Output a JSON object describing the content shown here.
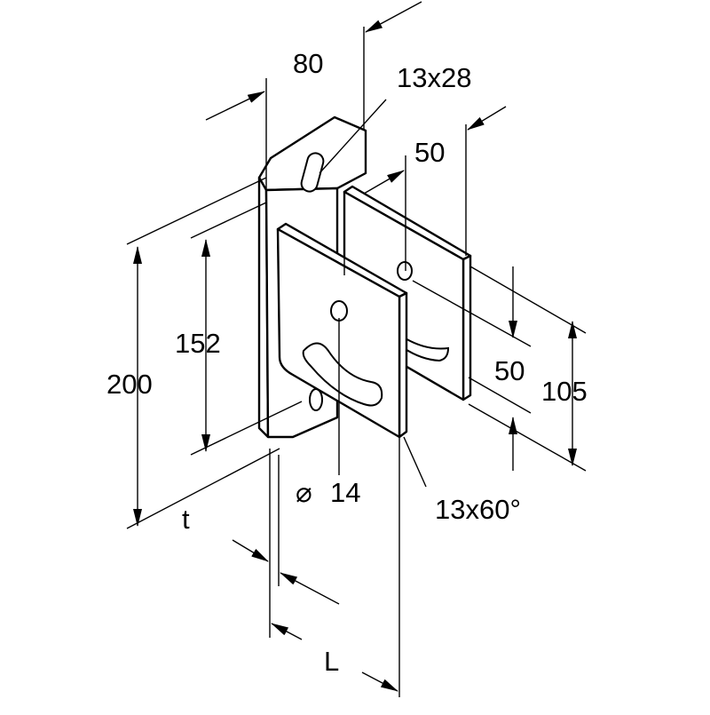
{
  "drawing": {
    "type": "technical-drawing",
    "subject": "wall bracket with mounting plate",
    "dimensions": {
      "width_top": "80",
      "slot_top": "13x28",
      "offset_right": "50",
      "height_overall": "200",
      "height_inner": "152",
      "spacing_right": "50",
      "height_right": "105",
      "hole_diameter": "14",
      "diameter_symbol": "⌀",
      "slot_arc": "13x60°",
      "thickness": "t",
      "length": "L"
    }
  }
}
